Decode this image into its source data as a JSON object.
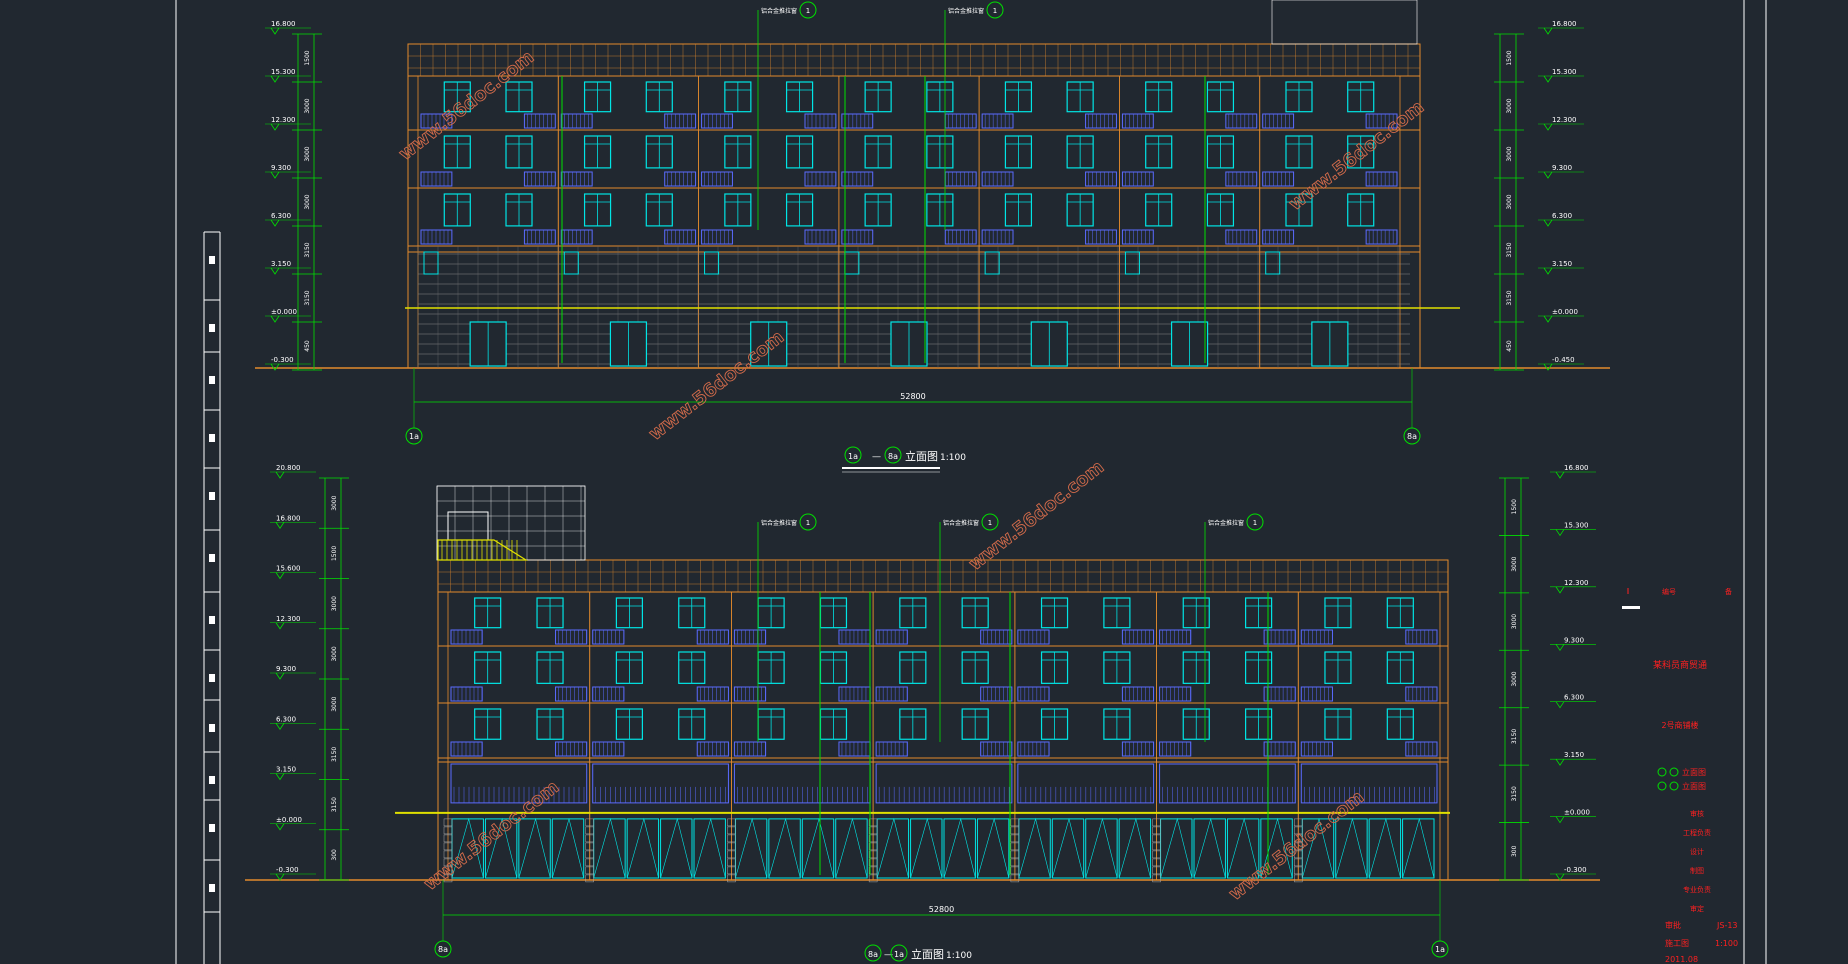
{
  "drawing": {
    "elevation_top": {
      "title_axes": [
        "1a",
        "8a"
      ],
      "title_text": "立面图",
      "scale": "1:100",
      "total_dimension": "52800",
      "grid_left": "1a",
      "grid_right": "8a",
      "levels_left": [
        "16.800",
        "15.300",
        "12.300",
        "9.300",
        "6.300",
        "3.150",
        "±0.000",
        "-0.300"
      ],
      "levels_right": [
        "16.800",
        "15.300",
        "12.300",
        "9.300",
        "6.300",
        "3.150",
        "±0.000",
        "-0.450"
      ],
      "dims_left": [
        "1500",
        "3000",
        "3000",
        "3000",
        "3150",
        "3150",
        "450"
      ],
      "dims_right": [
        "1500",
        "3000",
        "3000",
        "3000",
        "3150",
        "3150",
        "450"
      ],
      "callouts": [
        {
          "id": "1",
          "text": "铝合金推拉窗"
        },
        {
          "id": "1",
          "text": "铝合金推拉窗"
        }
      ]
    },
    "elevation_bottom": {
      "title_axes": [
        "8a",
        "1a"
      ],
      "title_text": "立面图",
      "scale": "1:100",
      "total_dimension": "52800",
      "grid_left": "8a",
      "grid_right": "1a",
      "levels_left": [
        "20.800",
        "16.800",
        "15.600",
        "12.300",
        "9.300",
        "6.300",
        "3.150",
        "±0.000",
        "-0.300"
      ],
      "levels_right": [
        "16.800",
        "15.300",
        "12.300",
        "9.300",
        "6.300",
        "3.150",
        "±0.000",
        "-0.300"
      ],
      "dims_left": [
        "3000",
        "1500",
        "3000",
        "3000",
        "3000",
        "3150",
        "3150",
        "300"
      ],
      "dims_right": [
        "1500",
        "3000",
        "3000",
        "3000",
        "3150",
        "3150",
        "300"
      ],
      "callouts": [
        {
          "id": "1",
          "text": "铝合金推拉窗"
        },
        {
          "id": "1",
          "text": "铝合金推拉窗"
        },
        {
          "id": "1",
          "text": "铝合金推拉窗"
        }
      ]
    },
    "watermark": "www.56doc.com",
    "title_block": {
      "project": "某科员商贸通",
      "drawing_name": "2号商铺楼",
      "items": [
        "立面图",
        "立面图"
      ],
      "roles": [
        "审核",
        "工程负责",
        "设计",
        "制图",
        "专业负责",
        "审定"
      ],
      "sheet_no": "JS-13",
      "scale": "1:100"
    }
  },
  "colors": {
    "background": "#212830",
    "outline": "#e28a2c",
    "window": "#00e5e5",
    "dim_line": "#00e000",
    "balcony": "#5b6bff",
    "text": "#ffffff",
    "title_red": "#ff2020",
    "accent_yellow": "#e0e000"
  }
}
